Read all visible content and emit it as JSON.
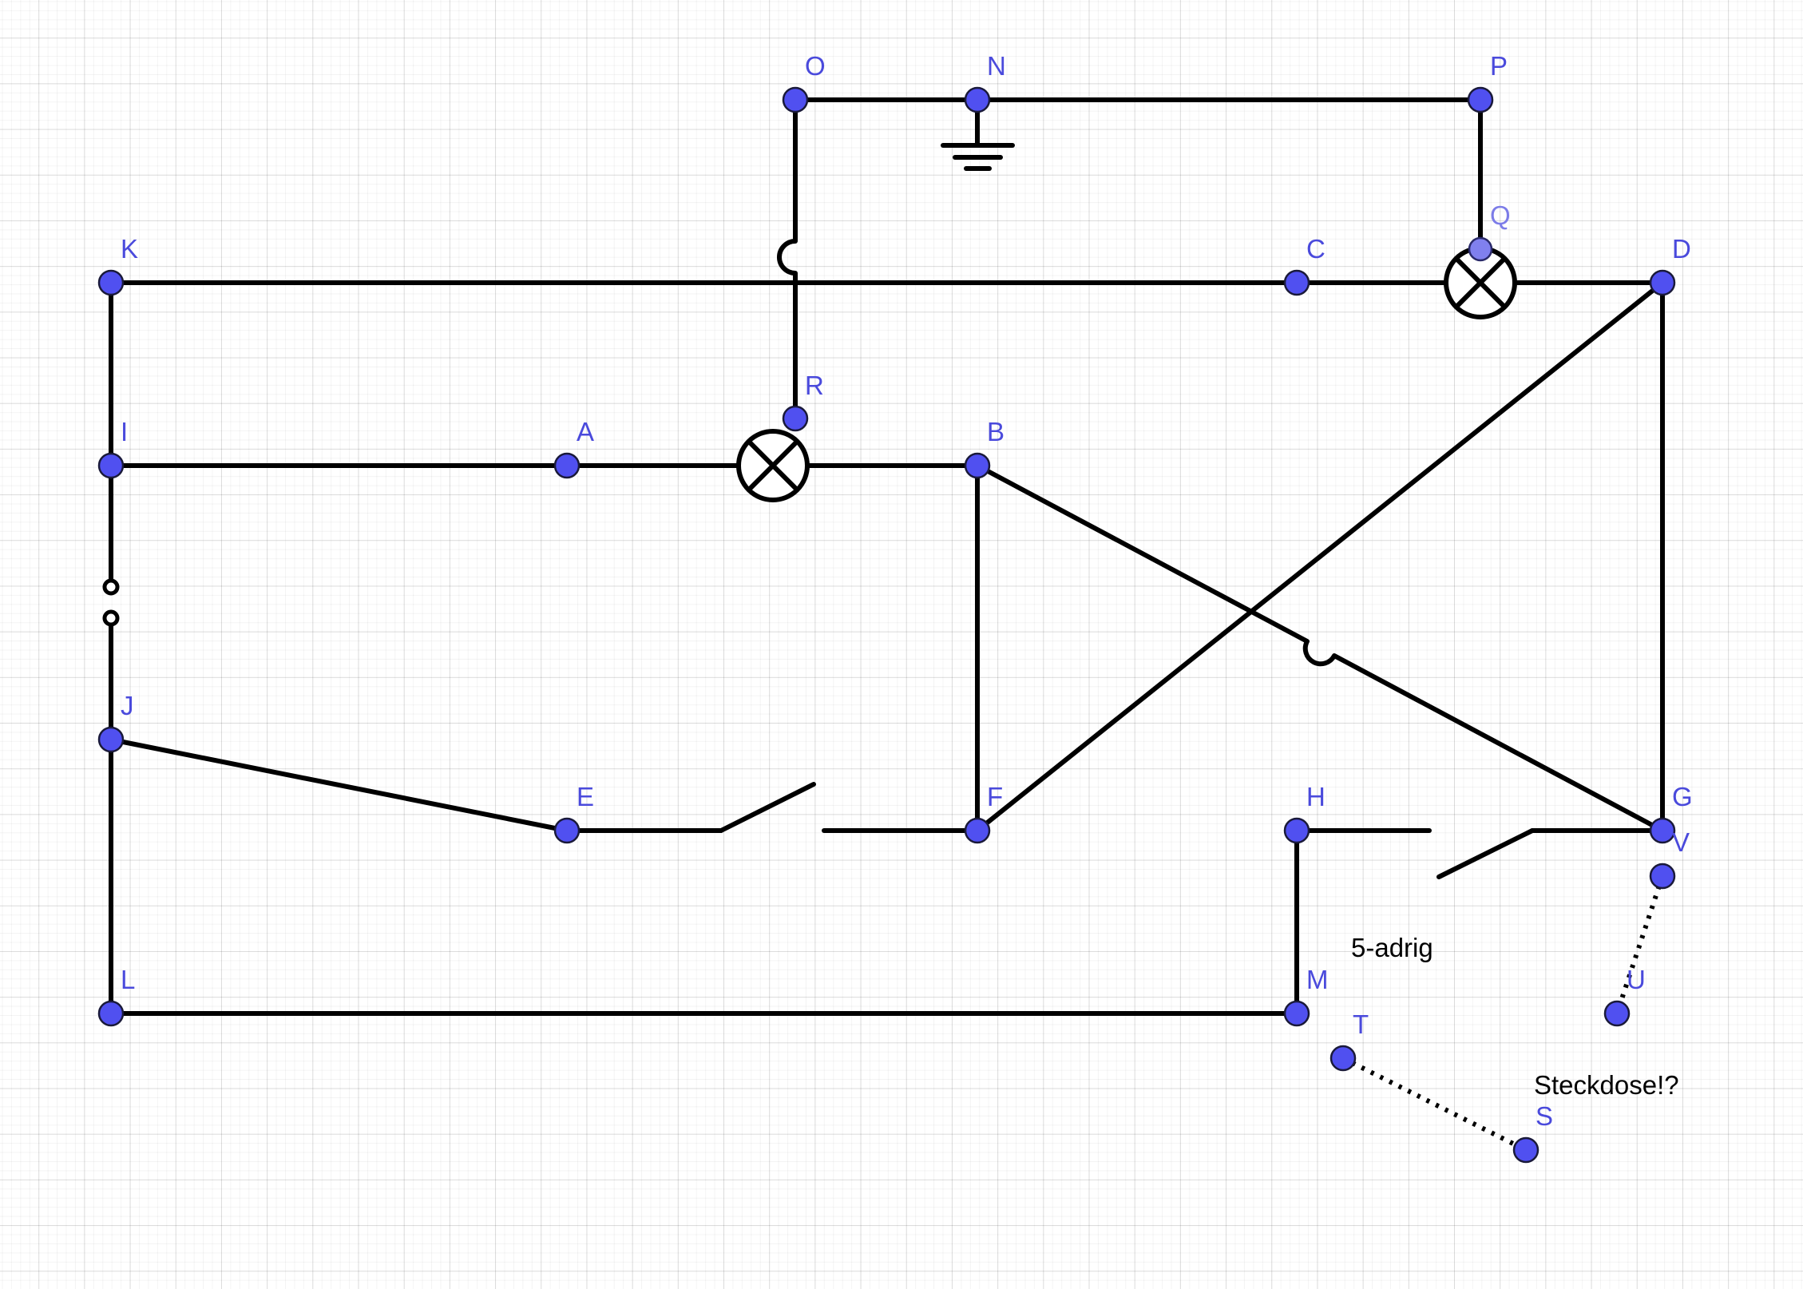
{
  "points": {
    "A": {
      "label": "A"
    },
    "B": {
      "label": "B"
    },
    "C": {
      "label": "C"
    },
    "D": {
      "label": "D"
    },
    "E": {
      "label": "E"
    },
    "F": {
      "label": "F"
    },
    "G": {
      "label": "G"
    },
    "H": {
      "label": "H"
    },
    "I": {
      "label": "I"
    },
    "J": {
      "label": "J"
    },
    "K": {
      "label": "K"
    },
    "L": {
      "label": "L"
    },
    "M": {
      "label": "M"
    },
    "N": {
      "label": "N"
    },
    "O": {
      "label": "O"
    },
    "P": {
      "label": "P"
    },
    "Q": {
      "label": "Q"
    },
    "R": {
      "label": "R"
    },
    "S": {
      "label": "S"
    },
    "T": {
      "label": "T"
    },
    "U": {
      "label": "U"
    },
    "V": {
      "label": "V"
    }
  },
  "notes": {
    "cable": "5-adrig",
    "socket": "Steckdose!?"
  },
  "colors": {
    "point_fill": "#5050f0",
    "point_label": "#4a4adc",
    "wire": "#000000"
  },
  "symbols": {
    "ground": "ground-icon",
    "lamp": "lamp-icon",
    "switch": "switch-icon"
  }
}
